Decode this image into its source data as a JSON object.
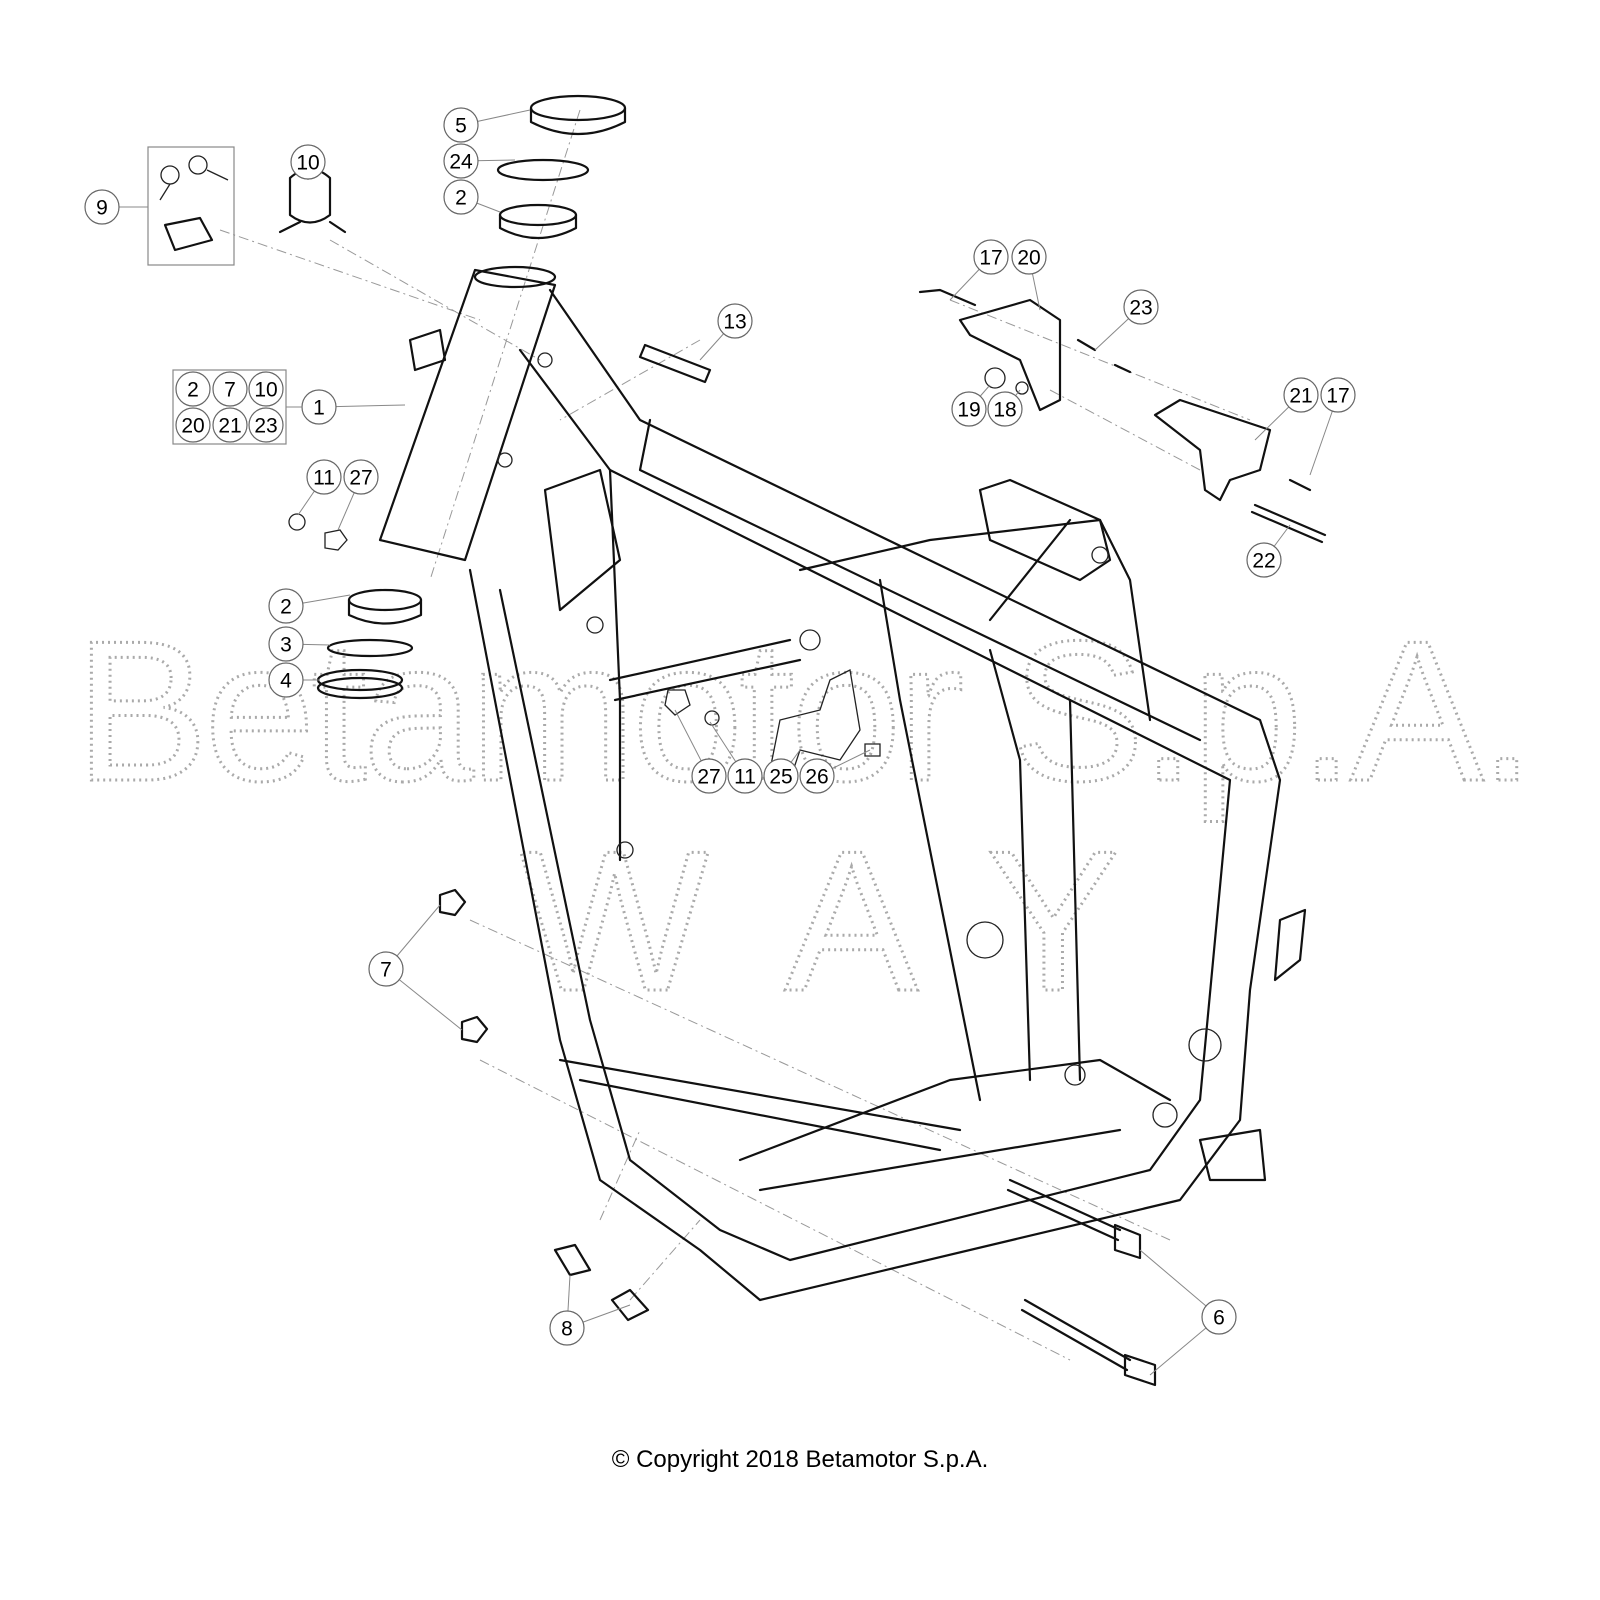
{
  "watermark": {
    "line1": "Betamotor S.p.A.",
    "line2": "WAY"
  },
  "callouts": [
    "5",
    "24",
    "2",
    "10",
    "9",
    "17",
    "20",
    "13",
    "23",
    "1",
    "11",
    "27",
    "21",
    "17",
    "19",
    "18",
    "22",
    "2",
    "3",
    "4",
    "27",
    "11",
    "25",
    "26",
    "7",
    "6",
    "8"
  ],
  "kit_box": {
    "labels": [
      "2",
      "7",
      "10",
      "20",
      "21",
      "23"
    ]
  },
  "copyright": "© Copyright 2018 Betamotor S.p.A."
}
